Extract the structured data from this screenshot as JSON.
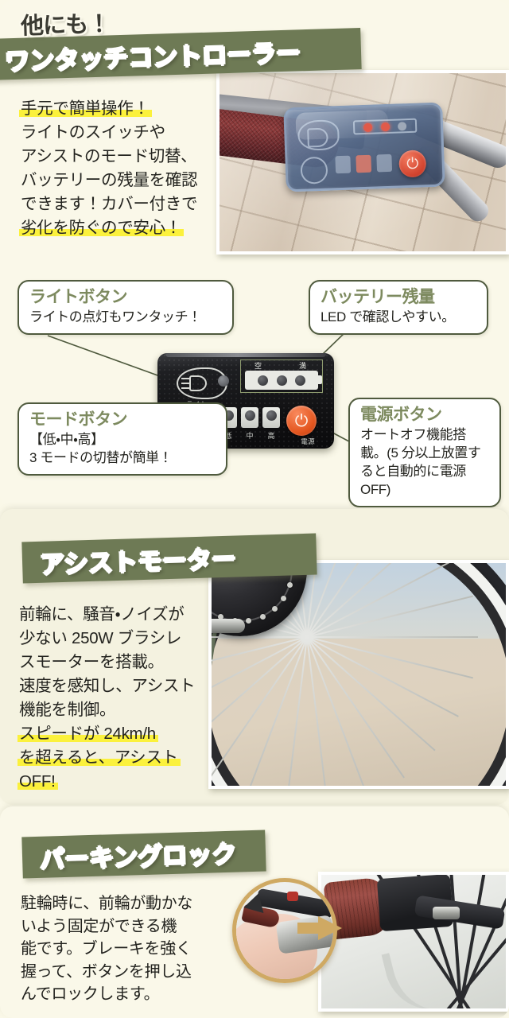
{
  "sections": [
    {
      "kicker": "他にも！",
      "banner": "ワンタッチコントローラー",
      "body_lines": [
        {
          "text": "手元で簡単操作！",
          "highlight": true
        },
        {
          "text": "ライトのスイッチや",
          "highlight": false
        },
        {
          "text": "アシストのモード切替、",
          "highlight": false
        },
        {
          "text": "バッテリーの残量を確認",
          "highlight": false
        },
        {
          "text": "できます！カバー付きで",
          "highlight": false
        },
        {
          "text": "劣化を防ぐので安心！",
          "highlight": true
        }
      ],
      "photo_alt": "handlebar-controller-photo"
    },
    {
      "banner": "アシストモーター",
      "body_lines": [
        {
          "text": "前輪に、騒音・ノイズが",
          "highlight": false
        },
        {
          "text": "少ない 250W ブラシレ",
          "highlight": false
        },
        {
          "text": "スモーターを搭載。",
          "highlight": false
        },
        {
          "text": "速度を感知し、アシスト",
          "highlight": false
        },
        {
          "text": "機能を制御。",
          "highlight": false
        },
        {
          "text": "スピードが 24km/h",
          "highlight": true
        },
        {
          "text": "を超えると、アシスト",
          "highlight": true
        },
        {
          "text": "OFF!",
          "highlight": true
        }
      ],
      "photo_alt": "front-hub-motor-photo"
    },
    {
      "banner": "パーキングロック",
      "body_lines": [
        {
          "text": "駐輪時に、前輪が動かな",
          "highlight": false
        },
        {
          "text": "いよう固定ができる機",
          "highlight": false
        },
        {
          "text": "能です。ブレーキを強く",
          "highlight": false
        },
        {
          "text": "握って、ボタンを押し込",
          "highlight": false
        },
        {
          "text": "んでロックします。",
          "highlight": false
        }
      ],
      "photo_alt": "parking-lock-brake-lever-photo",
      "inset_alt": "hand-gripping-brake-inset-photo"
    }
  ],
  "callouts": {
    "light": {
      "title": "ライトボタン",
      "desc": "ライトの点灯もワンタッチ！"
    },
    "battery": {
      "title": "バッテリー残量",
      "desc": "LED で確認しやすい。"
    },
    "mode": {
      "title": "モードボタン",
      "desc_line1": "【低・中・高】",
      "desc_line2": "3 モードの切替が簡単！"
    },
    "power": {
      "title": "電源ボタン",
      "desc": "オートオフ機能搭載。(5 分以上放置すると自動的に電源 OFF)"
    }
  },
  "controller_diagram": {
    "label_light": "ライト",
    "label_mode": "モード",
    "label_power": "電源",
    "label_battery_empty": "空",
    "label_battery_full": "満",
    "mode_labels": [
      "低",
      "中",
      "高"
    ],
    "led_count": 3,
    "mode_count": 3
  },
  "colors": {
    "page_background": "#faf8e8",
    "banner_green": "#6e7a55",
    "callout_border": "#4f5a3e",
    "callout_title": "#7d8a5f",
    "highlight_yellow": "#fbf13c",
    "body_text": "#23231f",
    "power_button_orange": "#e4561f",
    "inset_ring_gold": "#cfa963"
  }
}
